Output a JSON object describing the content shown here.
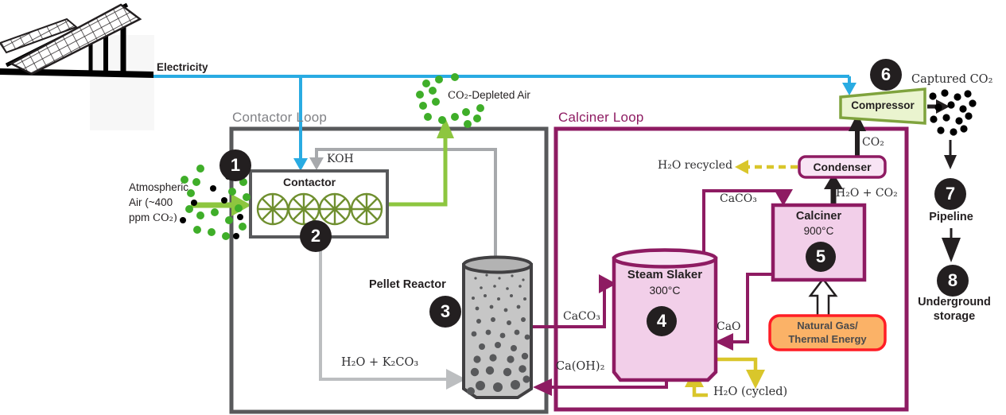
{
  "power": {
    "electricity_label": "Electricity"
  },
  "loops": {
    "contactor_label": "Contactor Loop",
    "calciner_label": "Calciner Loop"
  },
  "steps": {
    "s1": "1",
    "s2": "2",
    "s3": "3",
    "s4": "4",
    "s5": "5",
    "s6": "6",
    "s7": "7",
    "s8": "8"
  },
  "air": {
    "atmospheric_l1": "Atmospheric",
    "atmospheric_l2": "Air (~400",
    "atmospheric_l3a": "ppm ",
    "atmospheric_l3b": "CO₂)",
    "depleted_a": "CO₂",
    "depleted_b": "-Depleted Air"
  },
  "contactor": {
    "title": "Contactor",
    "koh_label": "KOH"
  },
  "pellet_reactor": {
    "title": "Pellet Reactor",
    "inflow_label": "H₂O + K₂CO₃",
    "outflow_label": "CaCO₃",
    "return_label": "Ca(OH)₂"
  },
  "slaker": {
    "title": "Steam Slaker",
    "temp": "300°C",
    "caco3_out_label": "CaCO₃",
    "cao_in_label": "CaO",
    "h2o_cycled_label": "H₂O (cycled)"
  },
  "calciner": {
    "title": "Calciner",
    "temp": "900°C",
    "offgas_label": "H₂O + CO₂"
  },
  "condenser": {
    "title": "Condenser",
    "recycle_label": "H₂O recycled",
    "co2_label": "CO₂"
  },
  "compressor": {
    "title": "Compressor",
    "captured_label": "Captured CO₂"
  },
  "energy": {
    "l1": "Natural Gas/",
    "l2": "Thermal Energy"
  },
  "storage": {
    "pipeline_label": "Pipeline",
    "underground_l1": "Underground",
    "underground_l2": "storage"
  },
  "colors": {
    "electricity_blue": "#29ABE2",
    "air_green": "#8DC63F",
    "dot_green": "#3FAE29",
    "loop_gray": "#58595B",
    "line_gray": "#A7A9AC",
    "calciner_purple": "#8E1B62",
    "vessel_pink": "#F2CFE9",
    "water_yellow": "#D9C62B",
    "compressor_fill": "#EAF4CF",
    "compressor_border": "#7FA33D",
    "energy_orange": "#FBB267",
    "energy_border_red": "#FF1D25",
    "ink_black": "#231F20"
  }
}
